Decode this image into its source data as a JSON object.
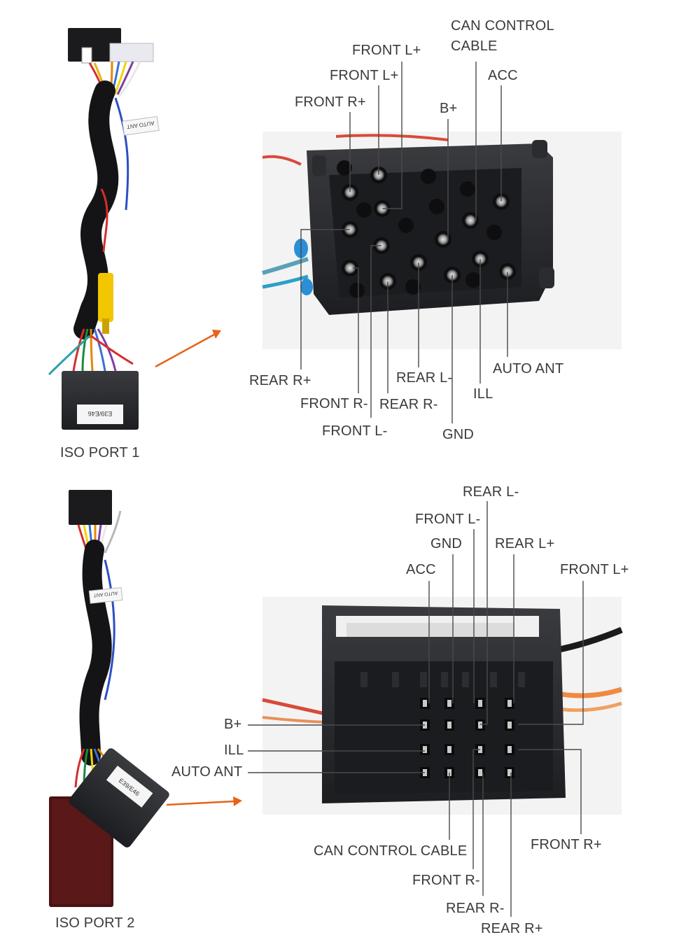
{
  "section1": {
    "port_caption": "ISO PORT 1",
    "harness_tag_text": "AUTO ANT",
    "connector_tag_text": "E39/E46",
    "labels": {
      "can_control_cable": "CAN CONTROL\nCABLE",
      "front_l_plus_1": "FRONT L+",
      "front_l_plus_2": "FRONT L+",
      "acc": "ACC",
      "front_r_plus": "FRONT R+",
      "b_plus": "B+",
      "auto_ant": "AUTO ANT",
      "rear_r_plus": "REAR R+",
      "rear_l_minus": "REAR L-",
      "ill": "ILL",
      "front_r_minus": "FRONT R-",
      "rear_r_minus": "REAR R-",
      "front_l_minus": "FRONT L-",
      "gnd": "GND"
    }
  },
  "section2": {
    "port_caption": "ISO PORT 2",
    "harness_tag_text": "AUTO ANT",
    "connector_tag_text": "E39/E46",
    "labels": {
      "rear_l_minus": "REAR L-",
      "front_l_minus": "FRONT L-",
      "gnd": "GND",
      "rear_l_plus": "REAR L+",
      "acc": "ACC",
      "front_l_plus": "FRONT L+",
      "b_plus": "B+",
      "ill": "ILL",
      "auto_ant": "AUTO ANT",
      "can_control_cable": "CAN CONTROL CABLE",
      "front_r_plus": "FRONT R+",
      "front_r_minus": "FRONT R-",
      "rear_r_minus": "REAR R-",
      "rear_r_plus": "REAR R+"
    }
  },
  "colors": {
    "arrow": "#e8621a",
    "leader_line": "#4a4a4a",
    "label_text": "#3a3a3a",
    "connector_body": "#2a2b2e"
  }
}
